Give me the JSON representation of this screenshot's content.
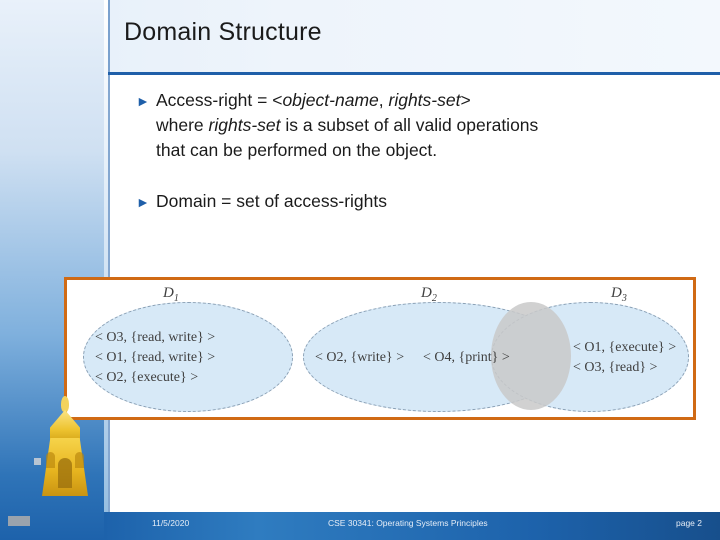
{
  "slide": {
    "title": "Domain Structure",
    "bullets": [
      {
        "marker": "►",
        "line1_pre": "Access-right = <",
        "line1_em1": "object-name",
        "line1_mid": ", ",
        "line1_em2": "rights-set",
        "line1_post": ">",
        "line2_pre": "where ",
        "line2_em": "rights-set",
        "line2_post": " is a subset of all valid operations",
        "line3": "that can be performed on the object."
      },
      {
        "marker": "►",
        "text": "Domain = set of access-rights"
      }
    ],
    "figure": {
      "domains": [
        {
          "label": "D",
          "sub": "1",
          "entries": [
            "< O3, {read, write} >",
            "< O1, {read, write} >",
            "< O2, {execute} >"
          ]
        },
        {
          "label": "D",
          "sub": "2",
          "entries": [
            "< O2, {write} >",
            "< O4, {print} >"
          ]
        },
        {
          "label": "D",
          "sub": "3",
          "entries": [
            "< O1, {execute} >",
            "< O3, {read} >"
          ]
        }
      ],
      "border_color": "#d06a14",
      "fill_color": "#d7e9f7",
      "overlap_color": "#c9c9c9"
    },
    "footer": {
      "date": "11/5/2020",
      "center": "CSE 30341: Operating Systems Principles",
      "page": "page 2"
    }
  }
}
